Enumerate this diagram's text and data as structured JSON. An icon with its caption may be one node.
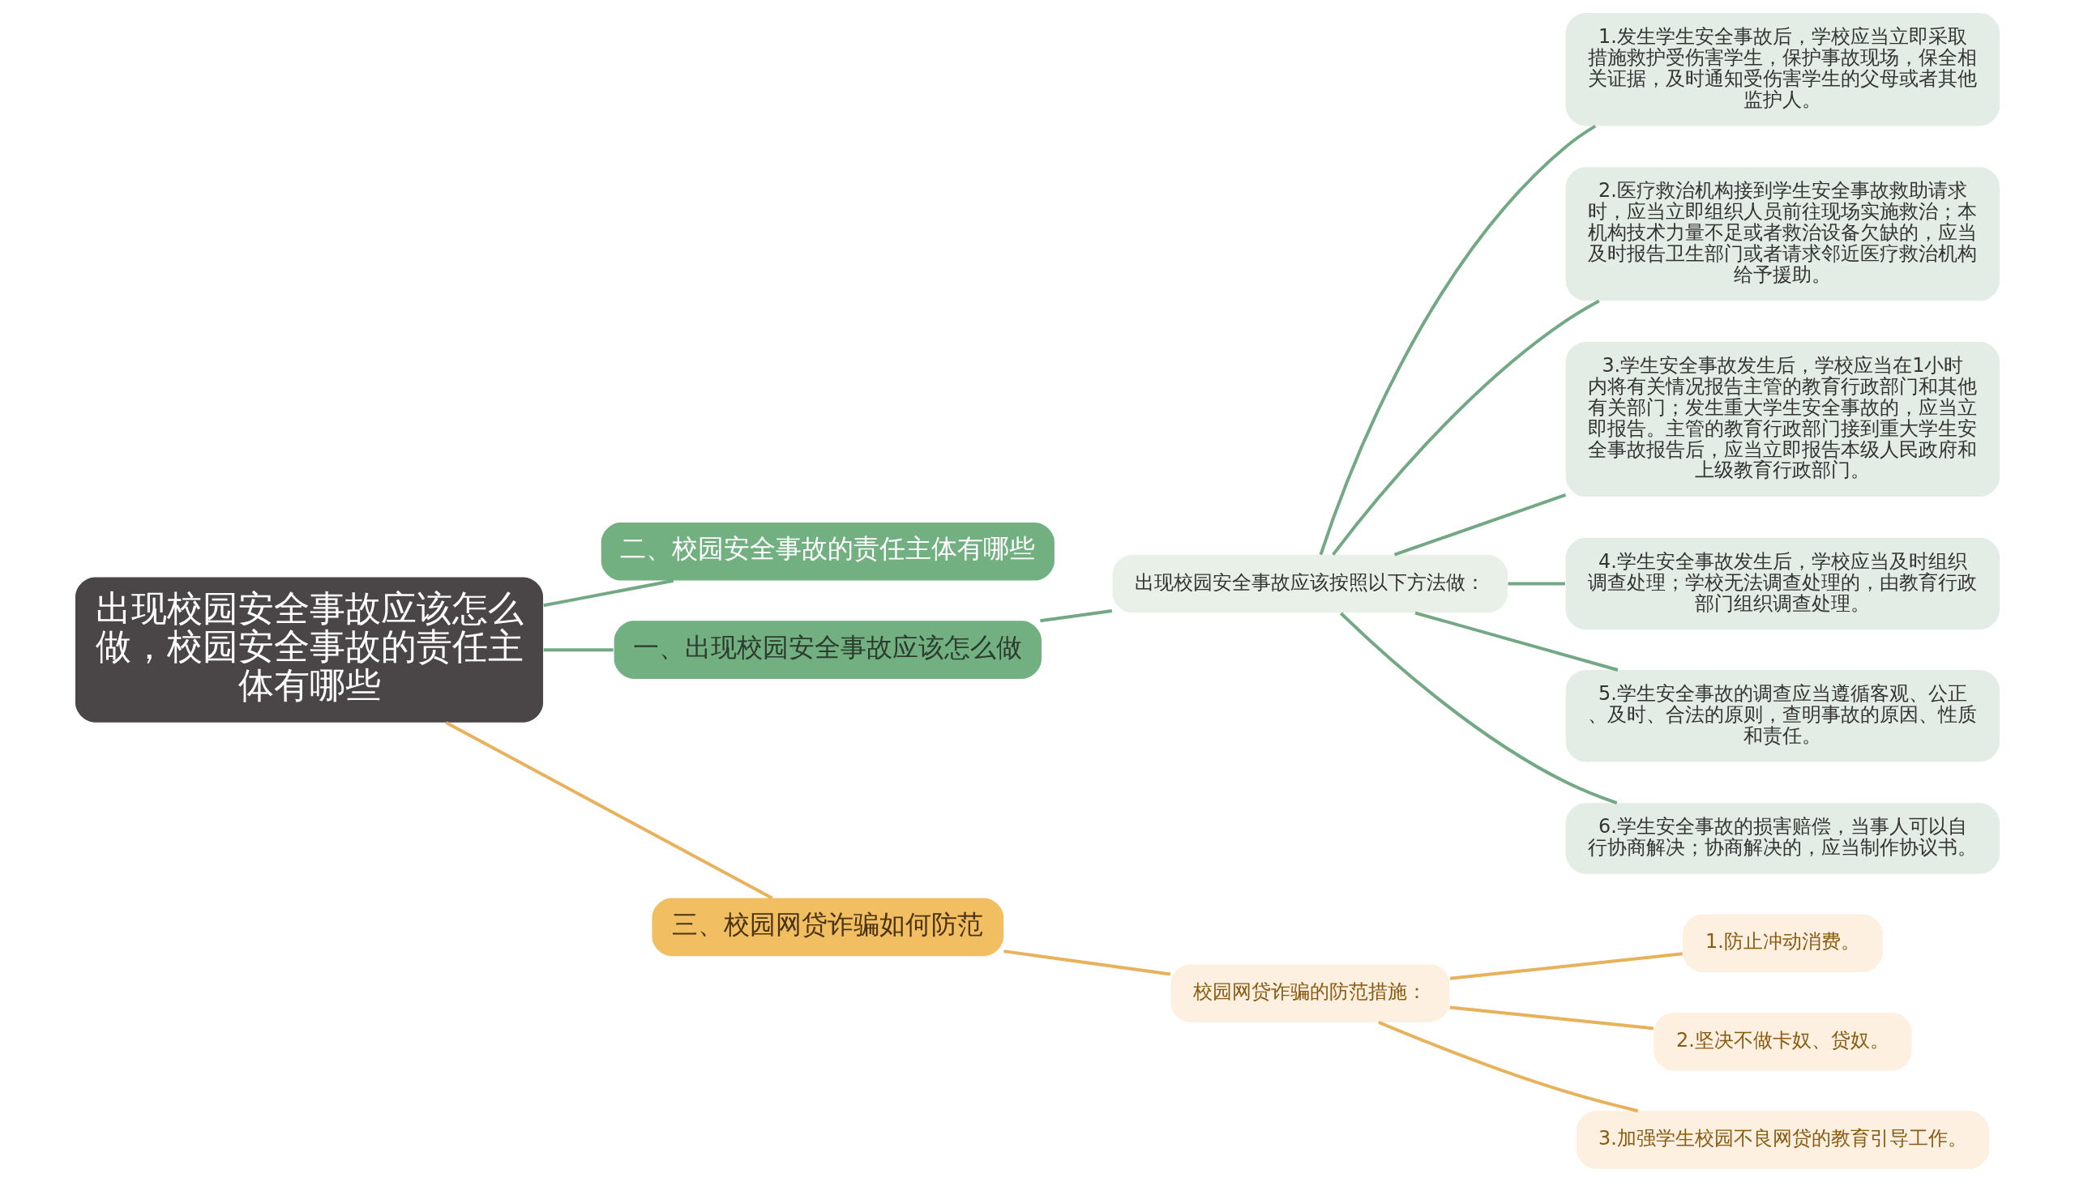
{
  "diagram": {
    "nodes": [
      {
        "text": [
          "出现校园安全事故应该怎么做，校园安全事故的责任主体有哪些"
        ]
      },
      {
        "text": [
          "二、校园安全事故的责任主体有哪些"
        ]
      },
      {
        "text": [
          "一、出现校园安全事故应该怎么做"
        ]
      },
      {
        "text": [
          "出现校园安全事故应该按照以下方法做："
        ]
      },
      {
        "text": [
          "1.发生学生安全事故后，学校应当立即采取措施救护受伤害学生，保护事故现场，保全相关证据，及时通知受伤害学生的父母或者其他监护人。"
        ]
      },
      {
        "text": [
          "2.医疗救治机构接到学生安全事故救助请求时，应当立即组织人员前往现场实施救治；本机构技术力量不足或者救治设备欠缺的，应当及时报告卫生部门或者请求邻近医疗救治机构给予援助。"
        ]
      },
      {
        "text": [
          "3.学生安全事故发生后，学校应当在1小时内将有关情况报告主管的教育行政部门和其他有关部门；发生重大学生安全事故的，应当立即报告。主管的教育行政部门接到重大学生安全事故报告后，应当立即报告本级人民政府和上级教育行政部门。"
        ]
      },
      {
        "text": [
          "4.学生安全事故发生后，学校应当及时组织调查处理；学校无法调查处理的，由教育行政部门组织调查处理。"
        ]
      },
      {
        "text": [
          "5.学生安全事故的调查应当遵循客观、公正、及时、合法的原则，查明事故的原因、性质和责任。"
        ]
      },
      {
        "text": [
          "6.学生安全事故的损害赔偿，当事人可以自行协商解决；协商解决的，应当制作协议书。"
        ]
      },
      {
        "text": [
          "三、校园网贷诈骗如何防范"
        ]
      },
      {
        "text": [
          "校园网贷诈骗的防范措施："
        ]
      },
      {
        "text": [
          "1.防止冲动消费。"
        ]
      },
      {
        "text": [
          "2.坚决不做卡奴、贷奴。"
        ]
      },
      {
        "text": [
          "3.加强学生校园不良网贷的教育引导工作。"
        ]
      }
    ],
    "edges": [
      {
        "from": 0,
        "to": 1,
        "arrow": "none"
      },
      {
        "from": 0,
        "to": 2,
        "arrow": "none"
      },
      {
        "from": 2,
        "to": 3,
        "arrow": "none"
      },
      {
        "from": 3,
        "to": 4,
        "arrow": "none"
      },
      {
        "from": 3,
        "to": 5,
        "arrow": "none"
      },
      {
        "from": 3,
        "to": 6,
        "arrow": "none"
      },
      {
        "from": 3,
        "to": 7,
        "arrow": "none"
      },
      {
        "from": 3,
        "to": 8,
        "arrow": "none"
      },
      {
        "from": 3,
        "to": 9,
        "arrow": "none"
      },
      {
        "from": 0,
        "to": 10,
        "arrow": "none",
        "color": "#e8b25c"
      },
      {
        "from": 10,
        "to": 11,
        "arrow": "none",
        "color": "#e8b25c"
      },
      {
        "from": 11,
        "to": 12,
        "arrow": "none",
        "color": "#e8b25c"
      },
      {
        "from": 11,
        "to": 13,
        "arrow": "none",
        "color": "#e8b25c"
      },
      {
        "from": 11,
        "to": 14,
        "arrow": "none",
        "color": "#e8b25c"
      }
    ]
  }
}
